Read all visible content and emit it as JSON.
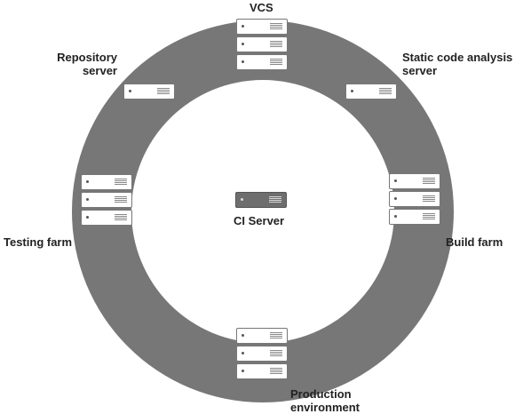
{
  "nodes": {
    "vcs": {
      "label": "VCS",
      "units": 3
    },
    "repository": {
      "label_line1": "Repository",
      "label_line2": "server",
      "units": 1
    },
    "static_analysis": {
      "label_line1": "Static code analysis",
      "label_line2": "server",
      "units": 1
    },
    "build_farm": {
      "label": "Build farm",
      "units": 3
    },
    "testing_farm": {
      "label": "Testing farm",
      "units": 3
    },
    "production": {
      "label_line1": "Production",
      "label_line2": "environment",
      "units": 3
    },
    "ci_server": {
      "label": "CI Server",
      "units": 1
    }
  },
  "colors": {
    "ring": "#777777",
    "inner": "#ffffff",
    "server_fill": "#ffffff",
    "server_stroke": "#777777",
    "ci_server_fill": "#6e6e6e",
    "text": "#222222"
  }
}
